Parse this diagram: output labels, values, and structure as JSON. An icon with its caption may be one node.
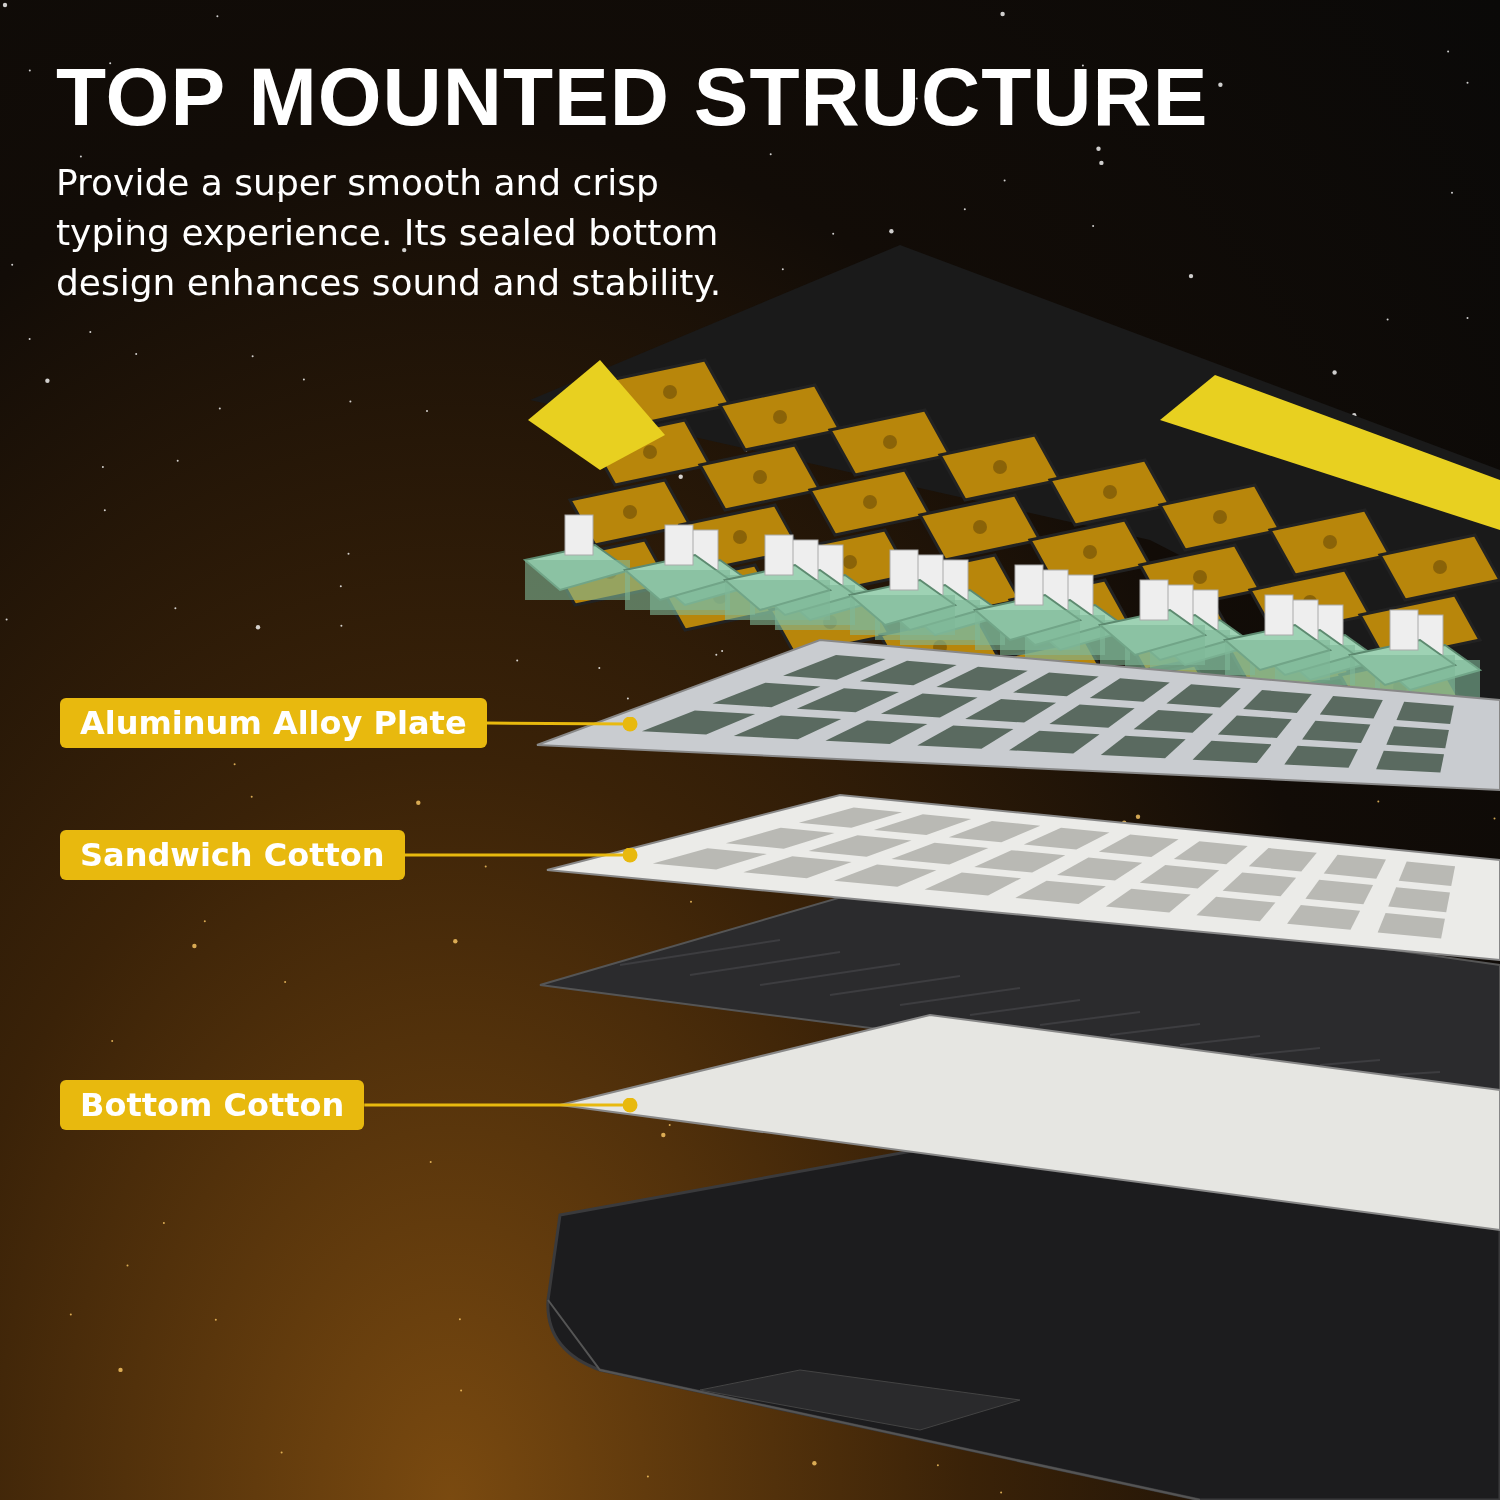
{
  "diagram": {
    "title": "TOP MOUNTED STRUCTURE",
    "nodes": [
      {
        "text": [
          "Aluminum Alloy Plate"
        ]
      },
      {
        "text": [],
        "shape": "picture"
      },
      {
        "text": [
          "Sandwich Cotton"
        ]
      },
      {
        "text": [],
        "shape": "picture"
      },
      {
        "text": [
          "Bottom Cotton"
        ]
      },
      {
        "text": [],
        "shape": "picture"
      }
    ],
    "edges": [
      {
        "from": 0,
        "to": 1,
        "arrow": "other"
      },
      {
        "from": 2,
        "to": 3,
        "arrow": "other"
      },
      {
        "from": 4,
        "to": 5,
        "arrow": "other"
      }
    ],
    "labels": [
      "Provide a super smooth and crisp typing experience. Its sealed bottom design enhances sound and stability."
    ]
  }
}
